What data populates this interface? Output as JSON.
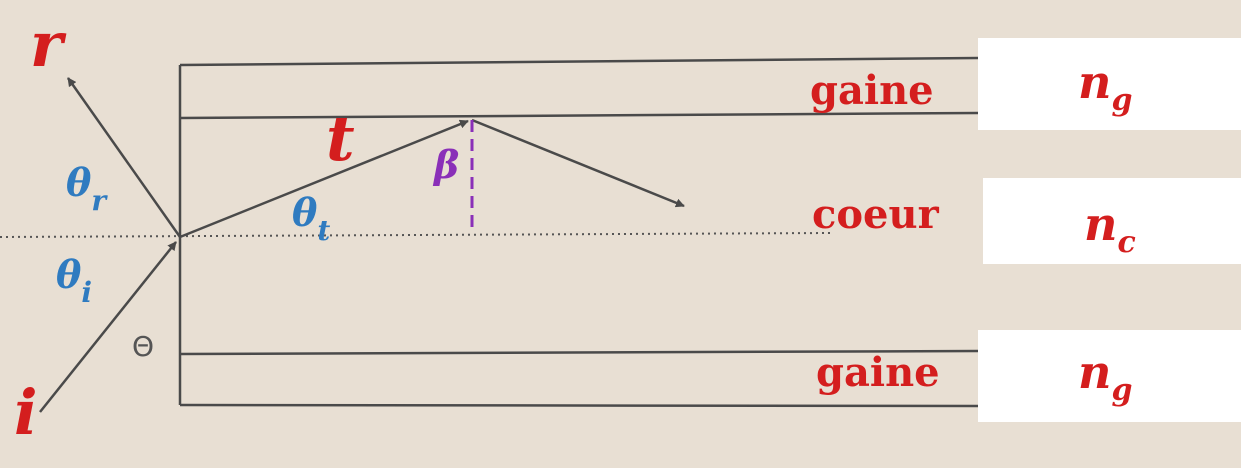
{
  "rays": {
    "incident": "i",
    "reflected": "r",
    "transmitted": "t"
  },
  "angles": {
    "theta_r": {
      "base": "θ",
      "sub": "r"
    },
    "theta_i": {
      "base": "θ",
      "sub": "i"
    },
    "theta_t": {
      "base": "θ",
      "sub": "t"
    },
    "beta": "β",
    "theta": "Θ"
  },
  "layers": {
    "top_cladding": "gaine",
    "core": "coeur",
    "bottom_cladding": "gaine"
  },
  "indices": {
    "top": {
      "base": "n",
      "sub": "g"
    },
    "core": {
      "base": "n",
      "sub": "c"
    },
    "bottom": {
      "base": "n",
      "sub": "g"
    }
  },
  "colors": {
    "background": "#e8dfd3",
    "lines": "#4a4a4a",
    "red": "#d41e1e",
    "blue": "#2f7bc0",
    "purple": "#8a2fb8",
    "box": "#ffffff"
  }
}
